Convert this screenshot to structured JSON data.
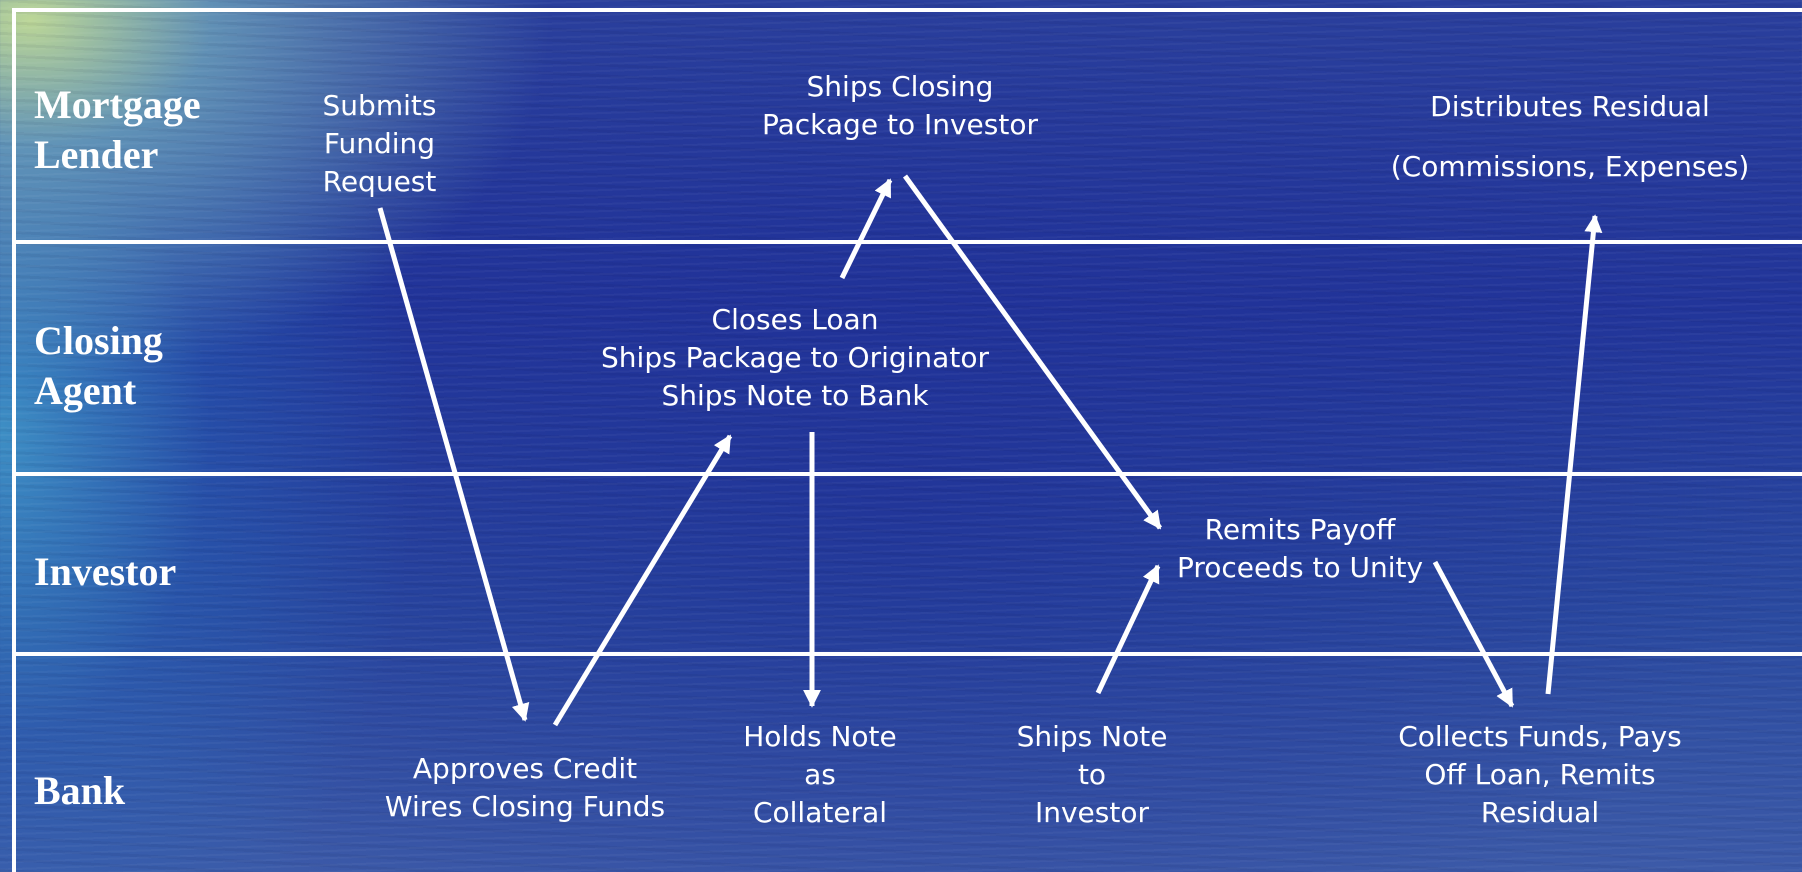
{
  "colors": {
    "line": "#ffffff",
    "text": "#ffffff",
    "background": "#22359a"
  },
  "lanes": [
    {
      "id": "mortgage-lender",
      "lines": [
        "Mortgage",
        "Lender"
      ]
    },
    {
      "id": "closing-agent",
      "lines": [
        "Closing",
        "Agent"
      ]
    },
    {
      "id": "investor",
      "lines": [
        "Investor"
      ]
    },
    {
      "id": "bank",
      "lines": [
        "Bank"
      ]
    }
  ],
  "steps": {
    "submits_funding_request": [
      "Submits",
      "Funding",
      "Request"
    ],
    "ships_closing_package": [
      "Ships Closing",
      "Package to Investor"
    ],
    "distributes_residual": [
      "Distributes Residual",
      "(Commissions, Expenses)"
    ],
    "closes_loan": [
      "Closes Loan",
      "Ships Package to Originator",
      "Ships Note to Bank"
    ],
    "remits_payoff": [
      "Remits Payoff",
      "Proceeds to Unity"
    ],
    "approves_credit": [
      "Approves Credit",
      "Wires Closing Funds"
    ],
    "holds_note": [
      "Holds Note",
      "as",
      "Collateral"
    ],
    "ships_note": [
      "Ships Note",
      "to",
      "Investor"
    ],
    "collects_funds": [
      "Collects Funds, Pays",
      "Off Loan, Remits",
      "Residual"
    ]
  },
  "connections": [
    {
      "from": "submits_funding_request",
      "to": "approves_credit"
    },
    {
      "from": "approves_credit",
      "to": "closes_loan"
    },
    {
      "from": "closes_loan",
      "to": "ships_closing_package"
    },
    {
      "from": "closes_loan",
      "to": "holds_note"
    },
    {
      "from": "ships_closing_package",
      "to": "remits_payoff"
    },
    {
      "from": "ships_note",
      "to": "remits_payoff"
    },
    {
      "from": "remits_payoff",
      "to": "collects_funds"
    },
    {
      "from": "collects_funds",
      "to": "distributes_residual"
    }
  ]
}
